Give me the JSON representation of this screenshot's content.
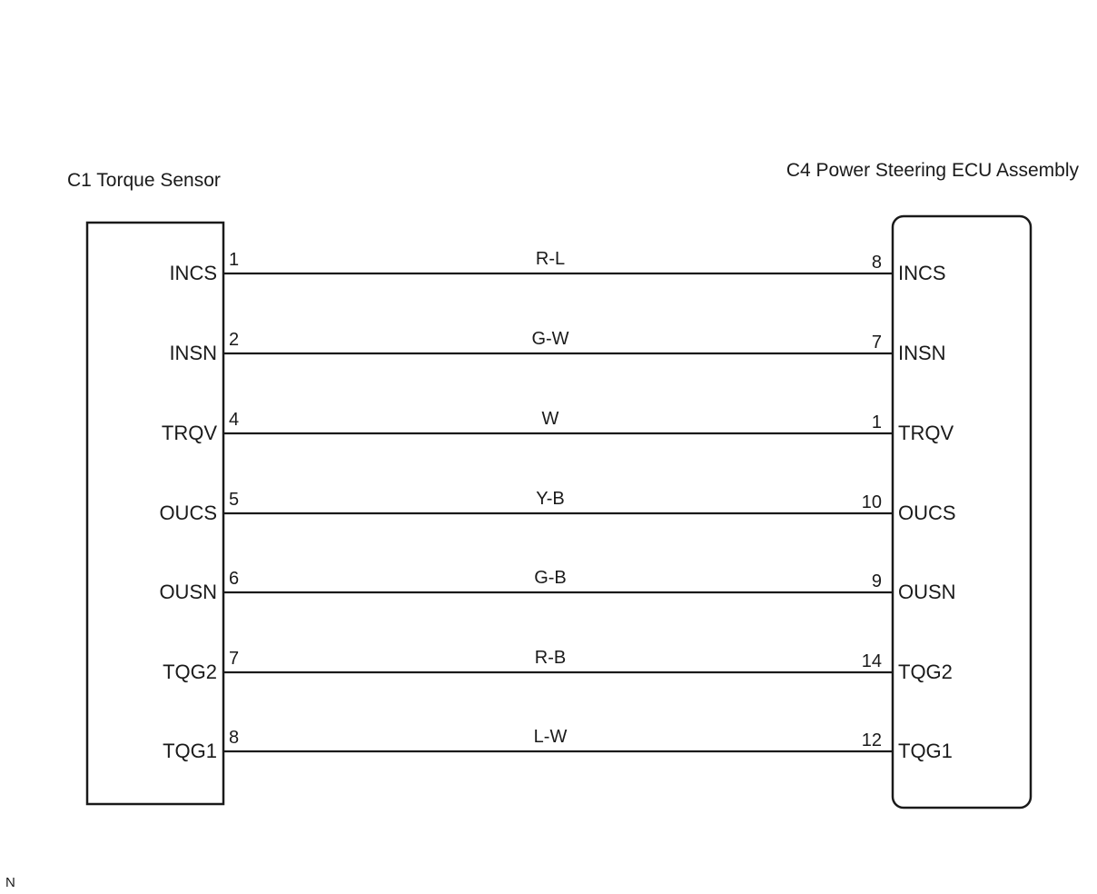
{
  "left_component": {
    "title": "C1 Torque Sensor"
  },
  "right_component": {
    "title": "C4 Power Steering ECU Assembly"
  },
  "wires": [
    {
      "left_signal": "INCS",
      "left_pin": "1",
      "color": "R-L",
      "right_pin": "8",
      "right_signal": "INCS"
    },
    {
      "left_signal": "INSN",
      "left_pin": "2",
      "color": "G-W",
      "right_pin": "7",
      "right_signal": "INSN"
    },
    {
      "left_signal": "TRQV",
      "left_pin": "4",
      "color": "W",
      "right_pin": "1",
      "right_signal": "TRQV"
    },
    {
      "left_signal": "OUCS",
      "left_pin": "5",
      "color": "Y-B",
      "right_pin": "10",
      "right_signal": "OUCS"
    },
    {
      "left_signal": "OUSN",
      "left_pin": "6",
      "color": "G-B",
      "right_pin": "9",
      "right_signal": "OUSN"
    },
    {
      "left_signal": "TQG2",
      "left_pin": "7",
      "color": "R-B",
      "right_pin": "14",
      "right_signal": "TQG2"
    },
    {
      "left_signal": "TQG1",
      "left_pin": "8",
      "color": "L-W",
      "right_pin": "12",
      "right_signal": "TQG1"
    }
  ],
  "corner_mark": "N",
  "colors": {
    "line": "#1a1a1a",
    "background": "#ffffff"
  }
}
